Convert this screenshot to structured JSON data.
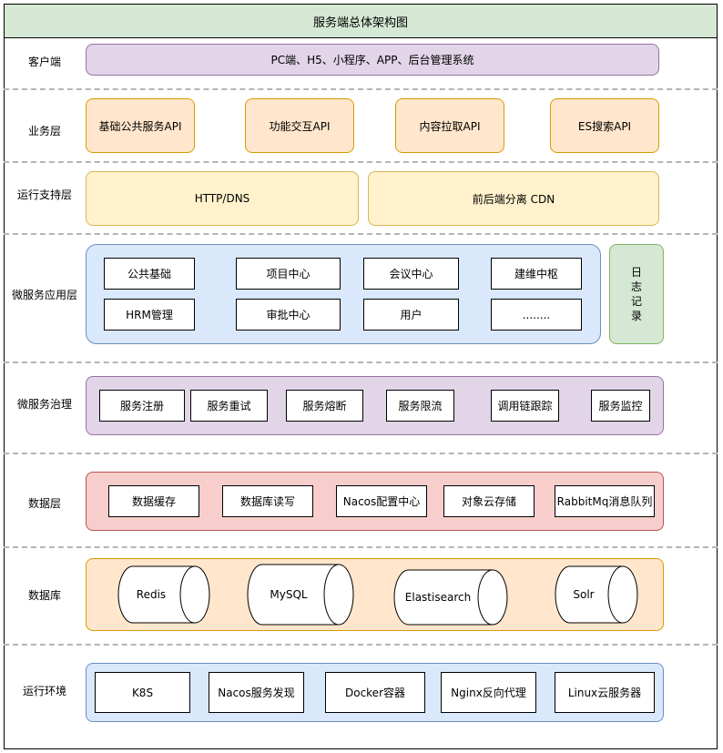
{
  "title": "服务端总体架构图",
  "layers": {
    "client": {
      "label": "客户端",
      "box": "PC端、H5、小程序、APP、后台管理系统"
    },
    "business": {
      "label": "业务层",
      "items": [
        "基础公共服务API",
        "功能交互API",
        "内容拉取API",
        "ES搜索API"
      ]
    },
    "support": {
      "label": "运行支持层",
      "items": [
        "HTTP/DNS",
        "前后端分离 CDN"
      ]
    },
    "microservice_app": {
      "label": "微服务应用层",
      "items": [
        "公共基础",
        "项目中心",
        "会议中心",
        "建维中枢",
        "HRM管理",
        "审批中心",
        "用户",
        "........"
      ],
      "log": "日志记录"
    },
    "governance": {
      "label": "微服务治理",
      "items": [
        "服务注册",
        "服务重试",
        "服务熔断",
        "服务限流",
        "调用链跟踪",
        "服务监控"
      ]
    },
    "data": {
      "label": "数据层",
      "items": [
        "数据缓存",
        "数据库读写",
        "Nacos配置中心",
        "对象云存储",
        "RabbitMq消息队列"
      ]
    },
    "database": {
      "label": "数据库",
      "items": [
        "Redis",
        "MySQL",
        "Elastisearch",
        "Solr"
      ]
    },
    "runtime": {
      "label": "运行环境",
      "items": [
        "K8S",
        "Nacos服务发现",
        "Docker容器",
        "Nginx反向代理",
        "Linux云服务器"
      ]
    }
  },
  "colors": {
    "title_bg": "#d5e8d4",
    "purple": "#e1d5e7",
    "orange": "#ffe6cc",
    "yellow": "#fff2cc",
    "blue": "#dae8fc",
    "green": "#d5e8d4",
    "red": "#f8cecc",
    "divider": "#b5b5b5"
  }
}
